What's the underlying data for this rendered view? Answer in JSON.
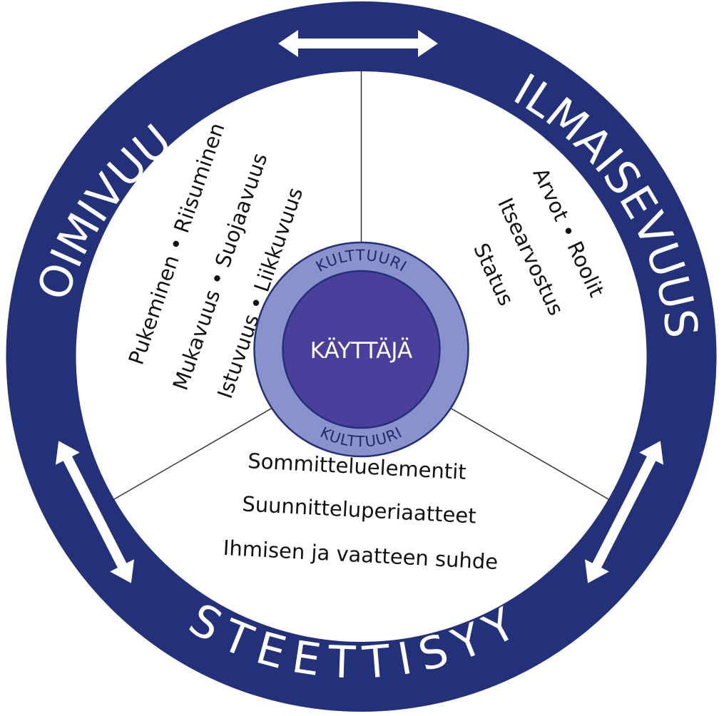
{
  "colors": {
    "ring": "#23307a",
    "inner_ring": "#8a92cc",
    "core": "#4b3f9c",
    "background": "#ffffff"
  },
  "ring_labels": {
    "top_left": "TOIMIVUUS",
    "top_right": "ILMAISEVUUS",
    "bottom": "ESTEETTISYYS"
  },
  "functionality_items": [
    "Pukeminen • Riisuminen",
    "Mukavuus • Suojaavuus",
    "Istuvuus • Liikkuvuus"
  ],
  "expressiveness_items": [
    "Arvot • Roolit",
    "Itsearvostus",
    "Status"
  ],
  "aesthetics_items": [
    "Sommitteluelementit",
    "Suunnitteluperiaatteet",
    "Ihmisen ja vaatteen suhde"
  ],
  "culture_label_top": "KULTTUURI",
  "culture_label_bottom": "KULTTUURI",
  "core_label": "KÄYTTÄJÄ",
  "icons": [
    "double-arrow-icon"
  ]
}
